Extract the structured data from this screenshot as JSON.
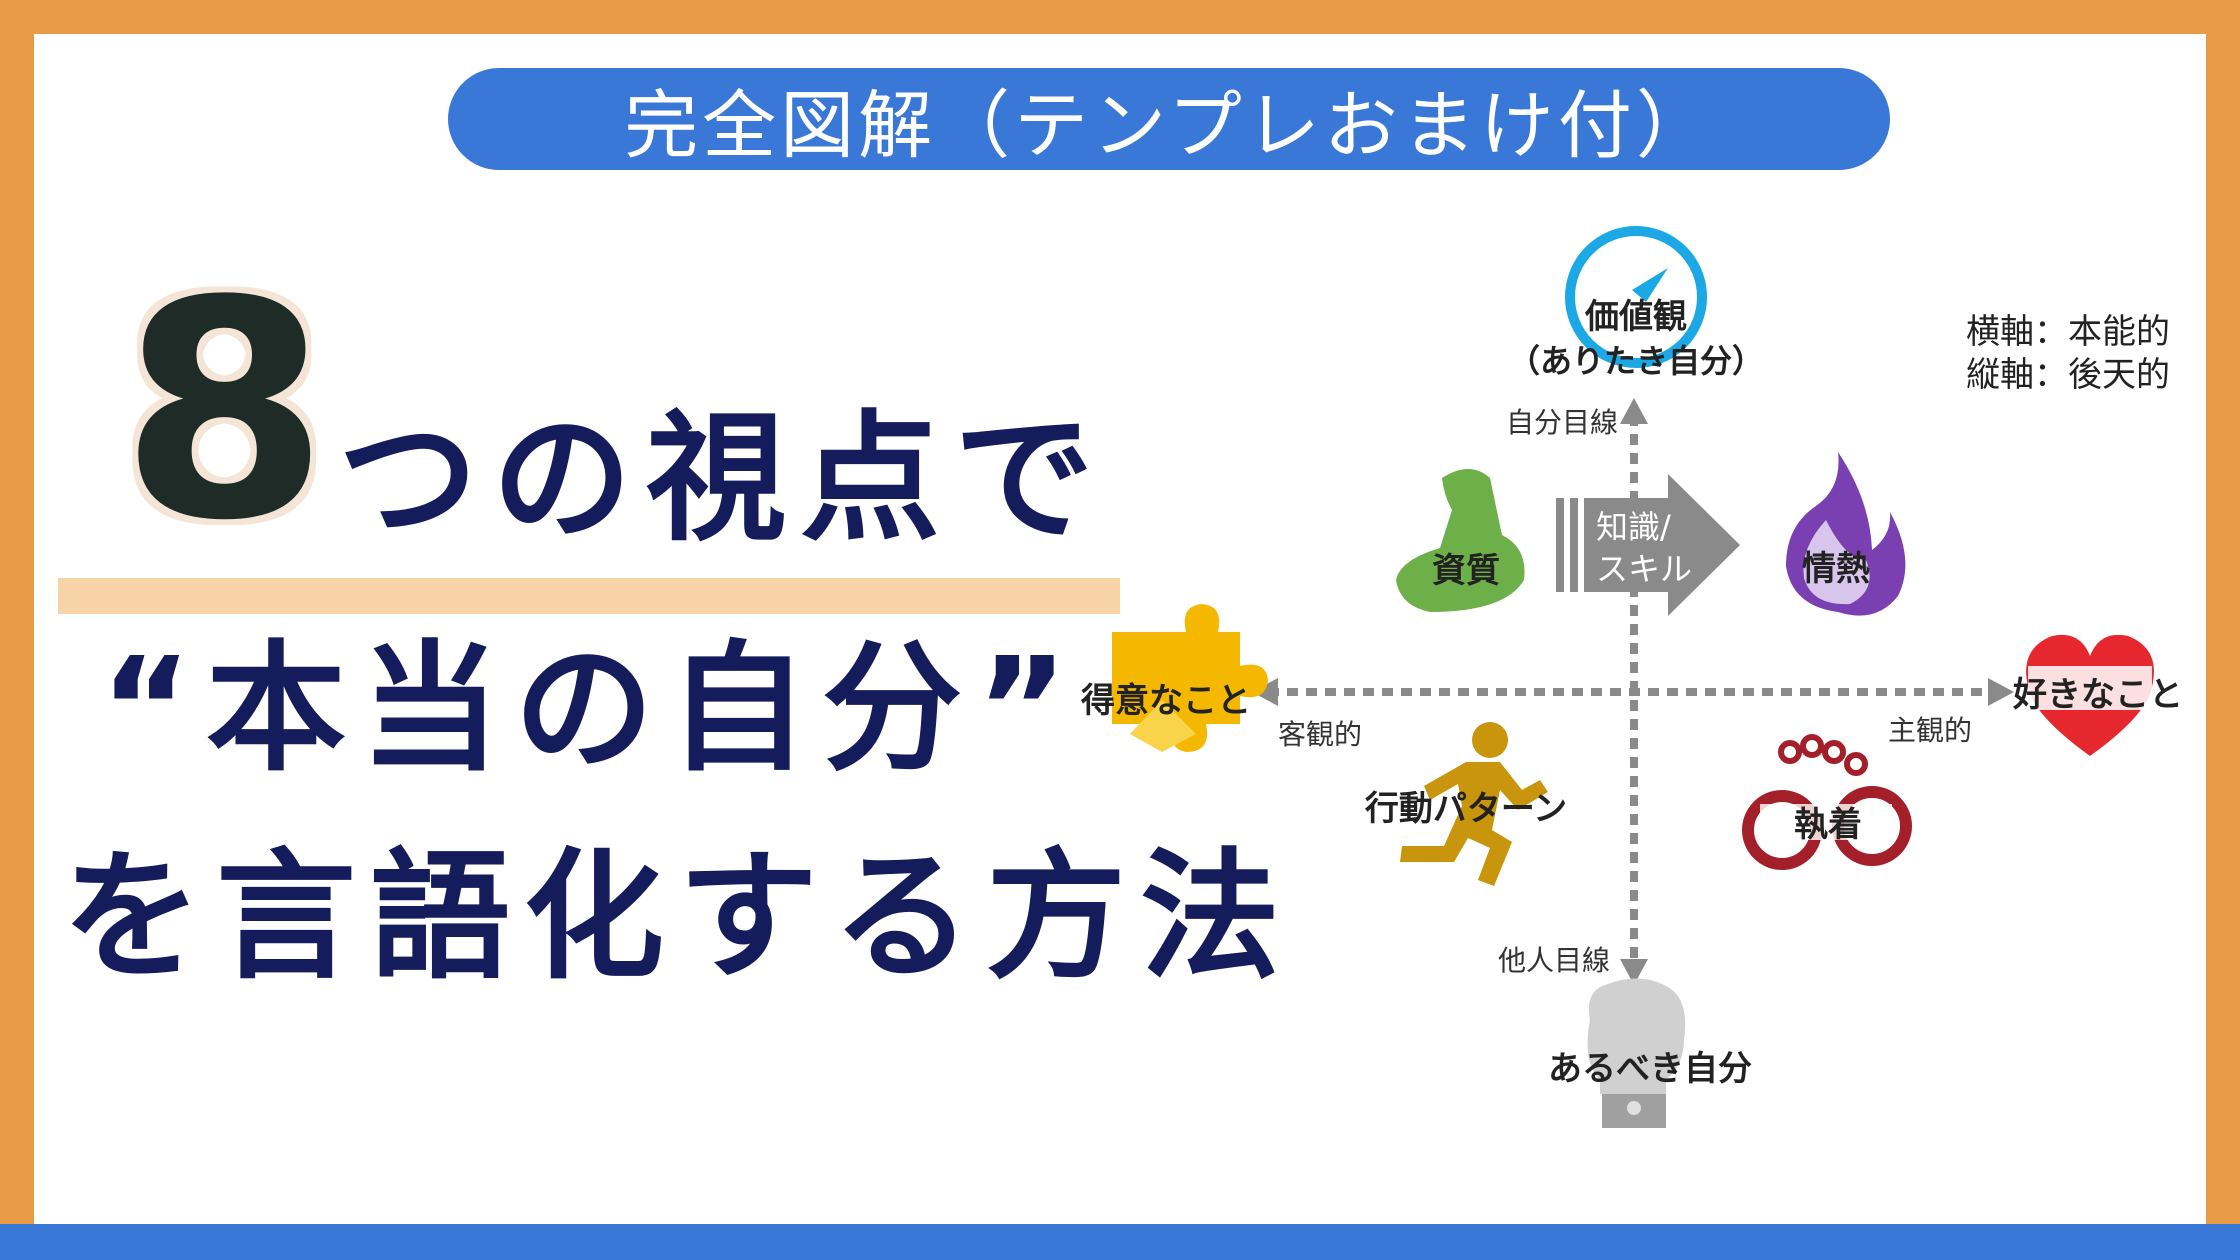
{
  "banner": {
    "text": "完全図解（テンプレおまけ付）"
  },
  "headline": {
    "number": "8",
    "line1": "つの視点で",
    "line2": "“本当の自分”",
    "line3": "を言語化する方法"
  },
  "legend": {
    "horizontal": "横軸：本能的",
    "vertical": "縦軸：後天的"
  },
  "axes": {
    "top": "自分目線",
    "bottom": "他人目線",
    "left": "客観的",
    "right": "主観的"
  },
  "nodes": {
    "values_line1": "価値観",
    "values_line2": "（ありたき自分）",
    "knowledge_line1": "知識/",
    "knowledge_line2": "スキル",
    "nature": "資質",
    "passion": "情熱",
    "strength": "得意なこと",
    "likes": "好きなこと",
    "behavior": "行動パターン",
    "attachment": "執着",
    "ought": "あるべき自分"
  },
  "colors": {
    "frame": "#E99A44",
    "bar": "#3A78D8",
    "navy": "#141C5B",
    "green": "#6DB04A",
    "purple": "#7A3FB0",
    "gold": "#F5B800",
    "red": "#E6282E",
    "darkred": "#A3202A",
    "runner": "#C8950C",
    "gray": "#8A8A8A",
    "cyan": "#1BA8E4"
  },
  "icons": [
    "compass-icon",
    "muscle-icon",
    "arrow-icon",
    "flame-icon",
    "puzzle-icon",
    "heart-icon",
    "runner-icon",
    "handcuffs-icon",
    "brain-lock-icon"
  ]
}
